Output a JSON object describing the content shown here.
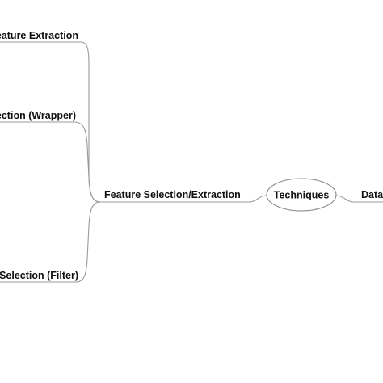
{
  "nodes": {
    "leaf_1": "Feature Extraction",
    "leaf_2": "Feature Selection (Wrapper)",
    "leaf_3": "Feature Selection (Filter)",
    "hub": "Feature Selection/Extraction",
    "techniques": "Techniques",
    "root": "Data"
  }
}
